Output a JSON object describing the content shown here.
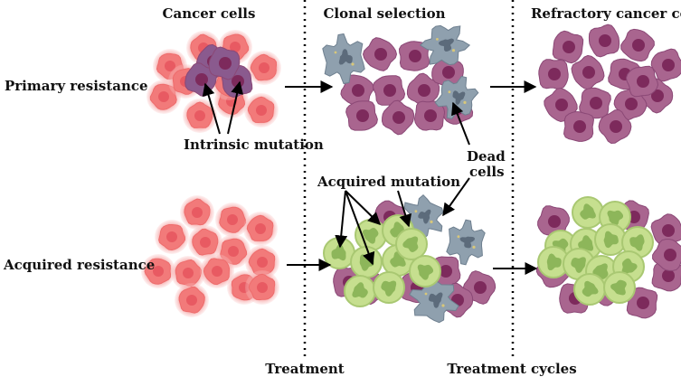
{
  "columns": {
    "cancer_cells": "Cancer cells",
    "clonal_selection": "Clonal selection",
    "refractory": "Refractory cancer cells"
  },
  "rows": {
    "primary": "Primary resistance",
    "acquired": "Acquired resistance"
  },
  "annotations": {
    "intrinsic_mutation": "Intrinsic mutation",
    "dead_cells_line1": "Dead",
    "dead_cells_line2": "cells",
    "acquired_mutation": "Acquired mutation"
  },
  "bottom": {
    "treatment": "Treatment",
    "treatment_cycles": "Treatment cycles"
  },
  "colors": {
    "red_cell": "#f27a7a",
    "red_nucleus": "#e85a62",
    "purple_cell": "#a9658f",
    "purple_nucleus": "#7d2a5c",
    "dark_purple_cell": "#8a5a8e",
    "gray_cell": "#8fa0ae",
    "gray_nucleus": "#5c6b7b",
    "green_cell": "#c6df8f",
    "green_nucleus": "#8db65a"
  }
}
